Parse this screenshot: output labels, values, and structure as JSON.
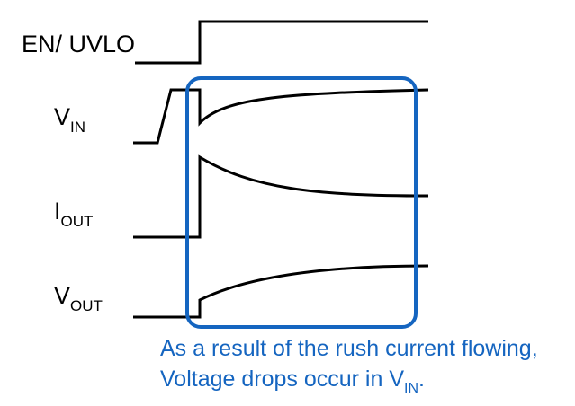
{
  "signals": [
    {
      "main": "EN/ UVLO",
      "sub": ""
    },
    {
      "main": "V",
      "sub": "IN"
    },
    {
      "main": "I",
      "sub": "OUT"
    },
    {
      "main": "V",
      "sub": "OUT"
    }
  ],
  "annotation": {
    "line1": "As a result of the rush current flowing,",
    "line2_prefix": "Voltage drops occur in V",
    "line2_sub": "IN",
    "line2_suffix": "."
  },
  "colors": {
    "waveform": "#000000",
    "highlight": "#1565c0",
    "annotation_text": "#1565c0"
  }
}
